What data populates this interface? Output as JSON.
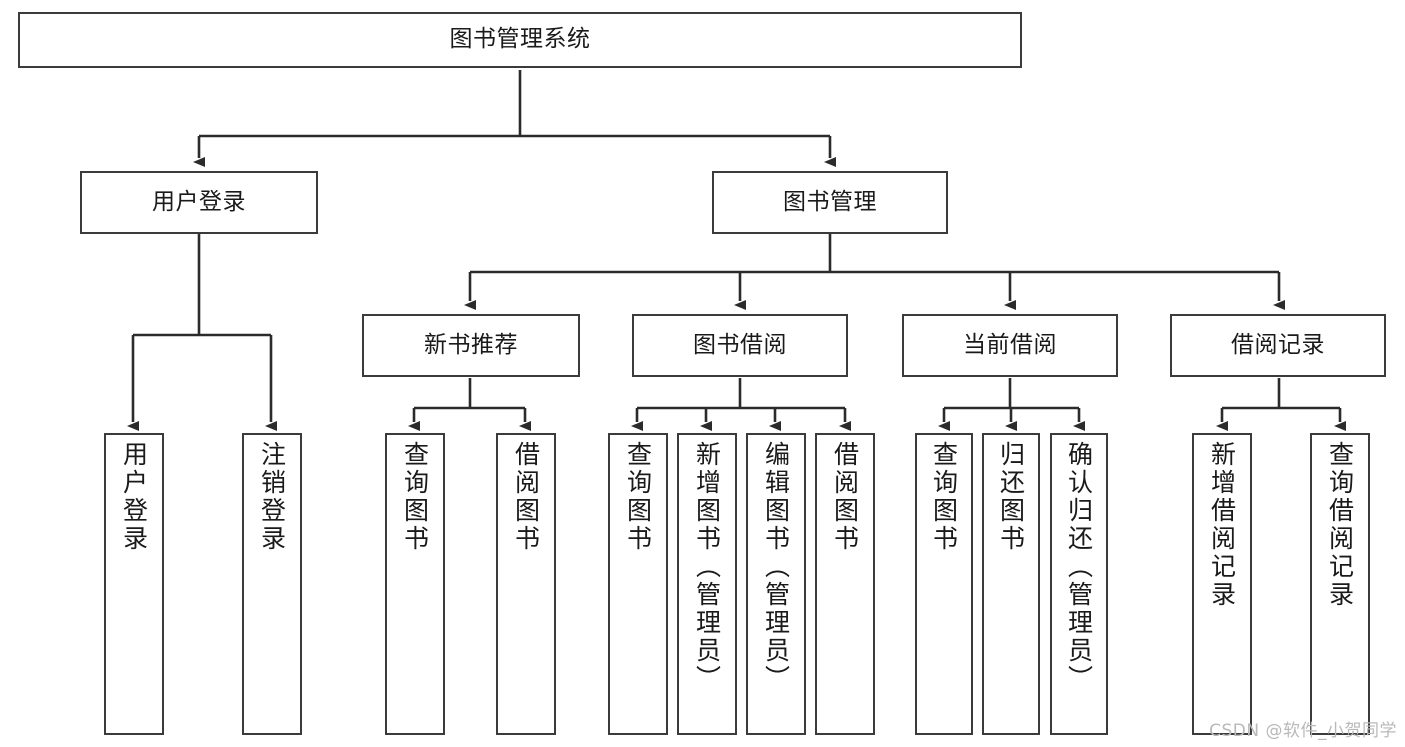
{
  "diagram": {
    "title_node": {
      "label": "图书管理系统"
    },
    "level2": [
      {
        "id": "user-login",
        "label": "用户登录"
      },
      {
        "id": "book-management",
        "label": "图书管理"
      }
    ],
    "level3": [
      {
        "id": "new-book-recommend",
        "label": "新书推荐"
      },
      {
        "id": "book-borrow",
        "label": "图书借阅"
      },
      {
        "id": "current-borrow",
        "label": "当前借阅"
      },
      {
        "id": "borrow-record",
        "label": "借阅记录"
      }
    ],
    "leaves": {
      "user_login": [
        {
          "id": "leaf-user-login",
          "label": "用户登录"
        },
        {
          "id": "leaf-logout-login",
          "label": "注销登录"
        }
      ],
      "new_book_recommend": [
        {
          "id": "leaf-query-book-1",
          "label": "查询图书"
        },
        {
          "id": "leaf-borrow-book-1",
          "label": "借阅图书"
        }
      ],
      "book_borrow": [
        {
          "id": "leaf-query-book-2",
          "label": "查询图书"
        },
        {
          "id": "leaf-add-book",
          "label": "新增图书（管理员）"
        },
        {
          "id": "leaf-edit-book",
          "label": "编辑图书（管理员）"
        },
        {
          "id": "leaf-borrow-book-2",
          "label": "借阅图书"
        }
      ],
      "current_borrow": [
        {
          "id": "leaf-query-book-3",
          "label": "查询图书"
        },
        {
          "id": "leaf-return-book",
          "label": "归还图书"
        },
        {
          "id": "leaf-confirm-return",
          "label": "确认归还（管理员）"
        }
      ],
      "borrow_record": [
        {
          "id": "leaf-add-record",
          "label": "新增借阅记录"
        },
        {
          "id": "leaf-query-record",
          "label": "查询借阅记录"
        }
      ]
    }
  },
  "watermark": {
    "text": "CSDN @软件_小贺同学"
  },
  "colors": {
    "stroke": "#3b3b3b",
    "fill": "#ffffff",
    "text": "#1a1a1a",
    "watermark": "#b9b9b9"
  }
}
